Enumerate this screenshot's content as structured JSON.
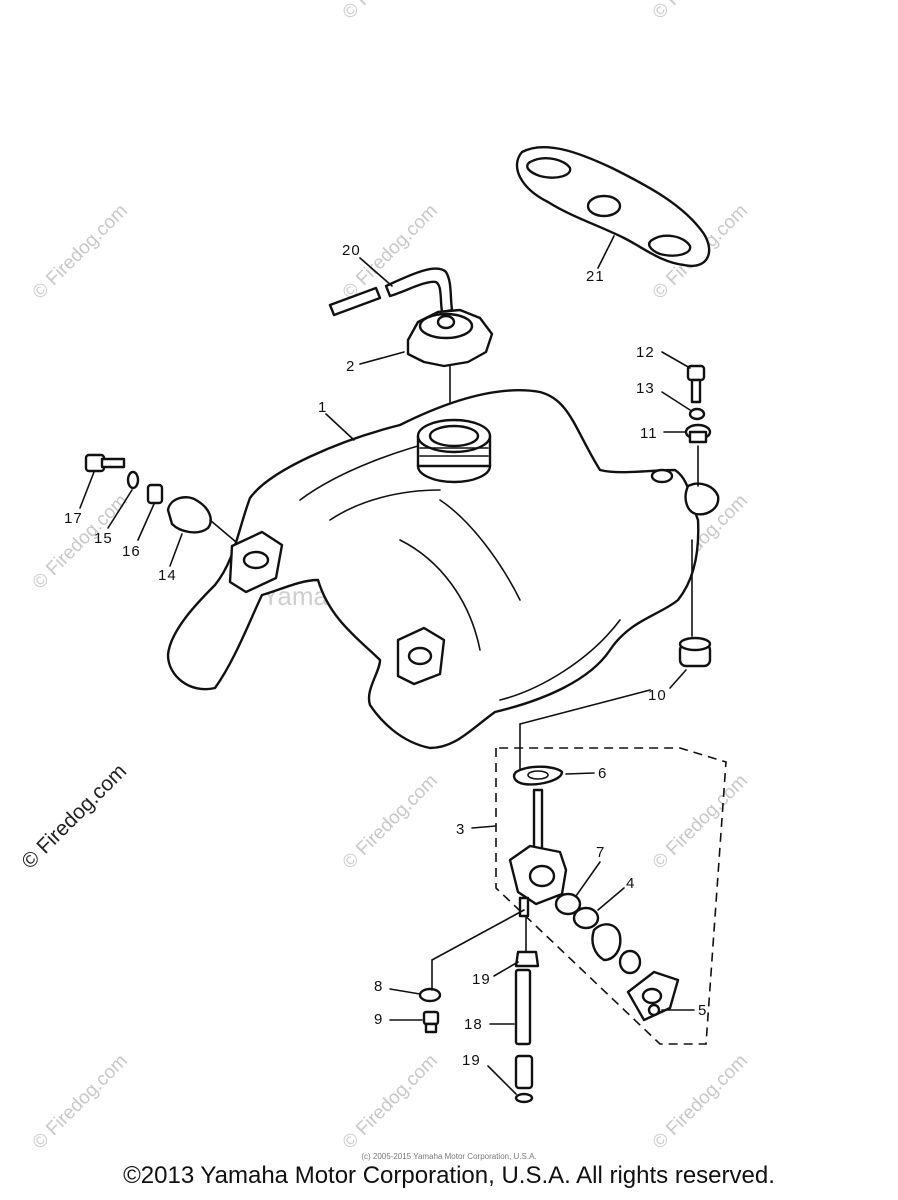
{
  "watermark": {
    "site": "© Firedog.com",
    "center": "Yamaha Motor Corp, U.S.A."
  },
  "callouts": [
    "1",
    "2",
    "3",
    "4",
    "5",
    "6",
    "7",
    "8",
    "9",
    "10",
    "11",
    "12",
    "13",
    "14",
    "15",
    "16",
    "17",
    "18",
    "19",
    "19",
    "20",
    "21"
  ],
  "small_copyright": "(c) 2005-2015 Yamaha Motor Corporation, U.S.A.",
  "copyright": "©2013 Yamaha Motor Corporation, U.S.A. All rights reserved.",
  "colors": {
    "ink": "#111111",
    "watermark": "#c8c8c8",
    "background": "#ffffff"
  }
}
